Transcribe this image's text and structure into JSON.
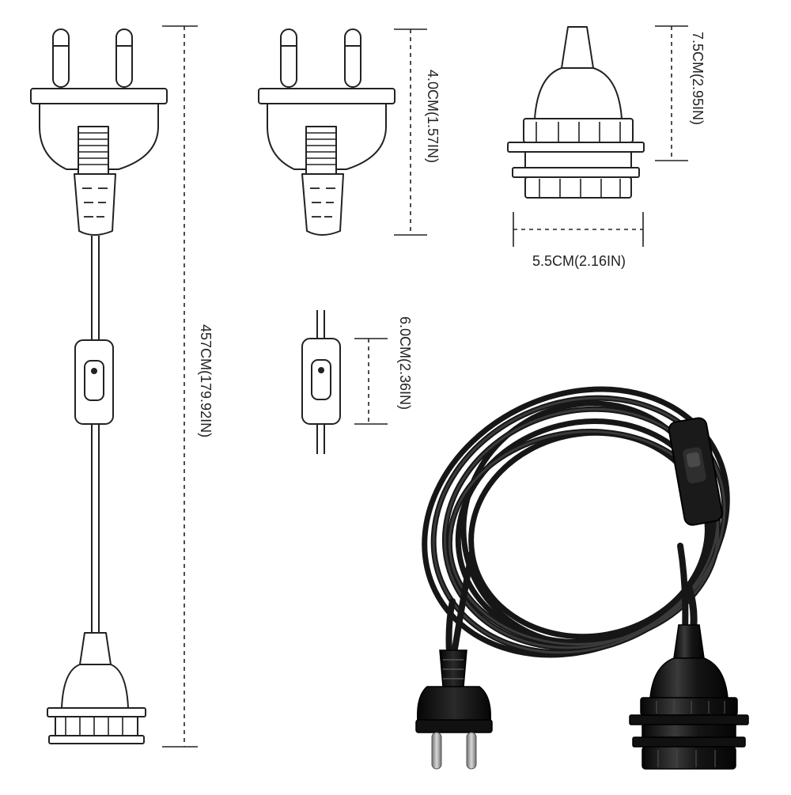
{
  "dimensions": {
    "total_length": "457CM(179.92IN)",
    "plug_height": "4.0CM(1.57IN)",
    "socket_height": "7.5CM(2.95IN)",
    "socket_width": "5.5CM(2.16IN)",
    "switch_length": "6.0CM(2.36IN)"
  },
  "colors": {
    "line": "#222222",
    "cable": "#161616",
    "product_body": "#0d0d0d",
    "metal_pin": "#9a9a9a"
  },
  "icons": [
    "plug-icon",
    "lamp-socket-icon",
    "inline-switch-icon",
    "coiled-cable-photo"
  ]
}
